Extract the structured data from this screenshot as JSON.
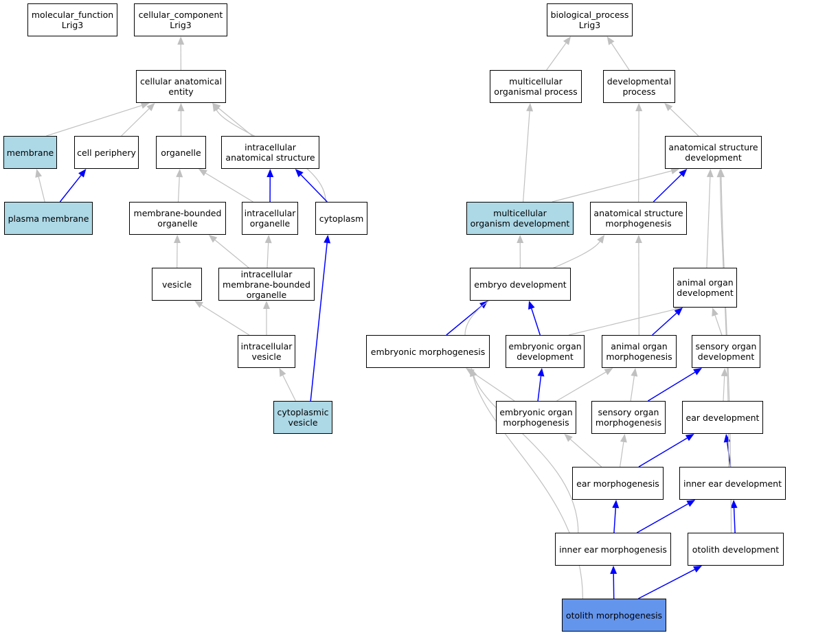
{
  "colors": {
    "edge_default": "#c0c0c0",
    "edge_highlight": "#0000ff",
    "node_fill": "#ffffff",
    "node_annotated": "#add8e6",
    "node_query": "#6495ed"
  },
  "nodes": [
    {
      "id": "mf",
      "lines": [
        "molecular_function",
        "Lrig3"
      ],
      "fill": "#ffffff"
    },
    {
      "id": "cc",
      "lines": [
        "cellular_component",
        "Lrig3"
      ],
      "fill": "#ffffff"
    },
    {
      "id": "bp",
      "lines": [
        "biological_process",
        "Lrig3"
      ],
      "fill": "#ffffff"
    },
    {
      "id": "cae",
      "lines": [
        "cellular anatomical",
        "entity"
      ],
      "fill": "#ffffff"
    },
    {
      "id": "membrane",
      "lines": [
        "membrane"
      ],
      "fill": "#add8e6"
    },
    {
      "id": "cellper",
      "lines": [
        "cell periphery"
      ],
      "fill": "#ffffff"
    },
    {
      "id": "organelle",
      "lines": [
        "organelle"
      ],
      "fill": "#ffffff"
    },
    {
      "id": "ias",
      "lines": [
        "intracellular",
        "anatomical structure"
      ],
      "fill": "#ffffff"
    },
    {
      "id": "pm",
      "lines": [
        "plasma membrane"
      ],
      "fill": "#add8e6"
    },
    {
      "id": "mbo",
      "lines": [
        "membrane-bounded",
        "organelle"
      ],
      "fill": "#ffffff"
    },
    {
      "id": "io",
      "lines": [
        "intracellular",
        "organelle"
      ],
      "fill": "#ffffff"
    },
    {
      "id": "cytoplasm",
      "lines": [
        "cytoplasm"
      ],
      "fill": "#ffffff"
    },
    {
      "id": "vesicle",
      "lines": [
        "vesicle"
      ],
      "fill": "#ffffff"
    },
    {
      "id": "imbo",
      "lines": [
        "intracellular",
        "membrane-bounded",
        "organelle"
      ],
      "fill": "#ffffff"
    },
    {
      "id": "iv",
      "lines": [
        "intracellular",
        "vesicle"
      ],
      "fill": "#ffffff"
    },
    {
      "id": "cv",
      "lines": [
        "cytoplasmic",
        "vesicle"
      ],
      "fill": "#add8e6"
    },
    {
      "id": "mop",
      "lines": [
        "multicellular",
        "organismal process"
      ],
      "fill": "#ffffff"
    },
    {
      "id": "devp",
      "lines": [
        "developmental",
        "process"
      ],
      "fill": "#ffffff"
    },
    {
      "id": "asd",
      "lines": [
        "anatomical structure",
        "development"
      ],
      "fill": "#ffffff"
    },
    {
      "id": "mod",
      "lines": [
        "multicellular",
        "organism development"
      ],
      "fill": "#add8e6"
    },
    {
      "id": "asm",
      "lines": [
        "anatomical structure",
        "morphogenesis"
      ],
      "fill": "#ffffff"
    },
    {
      "id": "embdev",
      "lines": [
        "embryo development"
      ],
      "fill": "#ffffff"
    },
    {
      "id": "aod",
      "lines": [
        "animal organ",
        "development"
      ],
      "fill": "#ffffff"
    },
    {
      "id": "embmorph",
      "lines": [
        "embryonic morphogenesis"
      ],
      "fill": "#ffffff"
    },
    {
      "id": "eod",
      "lines": [
        "embryonic organ",
        "development"
      ],
      "fill": "#ffffff"
    },
    {
      "id": "aom",
      "lines": [
        "animal organ",
        "morphogenesis"
      ],
      "fill": "#ffffff"
    },
    {
      "id": "sod",
      "lines": [
        "sensory organ",
        "development"
      ],
      "fill": "#ffffff"
    },
    {
      "id": "eom",
      "lines": [
        "embryonic organ",
        "morphogenesis"
      ],
      "fill": "#ffffff"
    },
    {
      "id": "som",
      "lines": [
        "sensory organ",
        "morphogenesis"
      ],
      "fill": "#ffffff"
    },
    {
      "id": "eard",
      "lines": [
        "ear development"
      ],
      "fill": "#ffffff"
    },
    {
      "id": "earm",
      "lines": [
        "ear morphogenesis"
      ],
      "fill": "#ffffff"
    },
    {
      "id": "ieard",
      "lines": [
        "inner ear development"
      ],
      "fill": "#ffffff"
    },
    {
      "id": "iearm",
      "lines": [
        "inner ear morphogenesis"
      ],
      "fill": "#ffffff"
    },
    {
      "id": "otod",
      "lines": [
        "otolith development"
      ],
      "fill": "#ffffff"
    },
    {
      "id": "otom",
      "lines": [
        "otolith morphogenesis"
      ],
      "fill": "#6495ed"
    }
  ],
  "edges": [
    {
      "from": "cae",
      "to": "cc",
      "highlight": false
    },
    {
      "from": "membrane",
      "to": "cae",
      "highlight": false
    },
    {
      "from": "cellper",
      "to": "cae",
      "highlight": false
    },
    {
      "from": "organelle",
      "to": "cae",
      "highlight": false
    },
    {
      "from": "ias",
      "to": "cae",
      "highlight": false
    },
    {
      "from": "cytoplasm",
      "to": "cae",
      "highlight": false
    },
    {
      "from": "pm",
      "to": "membrane",
      "highlight": false
    },
    {
      "from": "pm",
      "to": "cellper",
      "highlight": true
    },
    {
      "from": "mbo",
      "to": "organelle",
      "highlight": false
    },
    {
      "from": "io",
      "to": "organelle",
      "highlight": false
    },
    {
      "from": "io",
      "to": "ias",
      "highlight": true
    },
    {
      "from": "cytoplasm",
      "to": "ias",
      "highlight": true
    },
    {
      "from": "vesicle",
      "to": "mbo",
      "highlight": false
    },
    {
      "from": "imbo",
      "to": "mbo",
      "highlight": false
    },
    {
      "from": "imbo",
      "to": "io",
      "highlight": false
    },
    {
      "from": "iv",
      "to": "vesicle",
      "highlight": false
    },
    {
      "from": "iv",
      "to": "imbo",
      "highlight": false
    },
    {
      "from": "cv",
      "to": "iv",
      "highlight": false
    },
    {
      "from": "cv",
      "to": "cytoplasm",
      "highlight": true
    },
    {
      "from": "mop",
      "to": "bp",
      "highlight": false
    },
    {
      "from": "devp",
      "to": "bp",
      "highlight": false
    },
    {
      "from": "asd",
      "to": "devp",
      "highlight": false
    },
    {
      "from": "mod",
      "to": "mop",
      "highlight": false
    },
    {
      "from": "mod",
      "to": "asd",
      "highlight": false
    },
    {
      "from": "asm",
      "to": "devp",
      "highlight": false
    },
    {
      "from": "asm",
      "to": "asd",
      "highlight": true
    },
    {
      "from": "aod",
      "to": "asd",
      "highlight": false
    },
    {
      "from": "embdev",
      "to": "mod",
      "highlight": false
    },
    {
      "from": "embmorph",
      "to": "embdev",
      "highlight": true
    },
    {
      "from": "embmorph",
      "to": "asm",
      "highlight": false
    },
    {
      "from": "eod",
      "to": "embdev",
      "highlight": true
    },
    {
      "from": "eod",
      "to": "aod",
      "highlight": false
    },
    {
      "from": "aom",
      "to": "asm",
      "highlight": false
    },
    {
      "from": "aom",
      "to": "aod",
      "highlight": true
    },
    {
      "from": "sod",
      "to": "aod",
      "highlight": false
    },
    {
      "from": "eom",
      "to": "embmorph",
      "highlight": false
    },
    {
      "from": "eom",
      "to": "eod",
      "highlight": true
    },
    {
      "from": "eom",
      "to": "aom",
      "highlight": false
    },
    {
      "from": "som",
      "to": "aom",
      "highlight": false
    },
    {
      "from": "som",
      "to": "sod",
      "highlight": true
    },
    {
      "from": "eard",
      "to": "sod",
      "highlight": false
    },
    {
      "from": "earm",
      "to": "eom",
      "highlight": false
    },
    {
      "from": "earm",
      "to": "som",
      "highlight": false
    },
    {
      "from": "earm",
      "to": "eard",
      "highlight": true
    },
    {
      "from": "ieard",
      "to": "eard",
      "highlight": true
    },
    {
      "from": "ieard",
      "to": "asd",
      "highlight": false
    },
    {
      "from": "iearm",
      "to": "embmorph",
      "highlight": false
    },
    {
      "from": "iearm",
      "to": "earm",
      "highlight": true
    },
    {
      "from": "iearm",
      "to": "ieard",
      "highlight": true
    },
    {
      "from": "otod",
      "to": "ieard",
      "highlight": true
    },
    {
      "from": "otod",
      "to": "asd",
      "highlight": false
    },
    {
      "from": "otom",
      "to": "iearm",
      "highlight": true
    },
    {
      "from": "otom",
      "to": "otod",
      "highlight": true
    },
    {
      "from": "otom",
      "to": "embmorph",
      "highlight": false
    }
  ]
}
